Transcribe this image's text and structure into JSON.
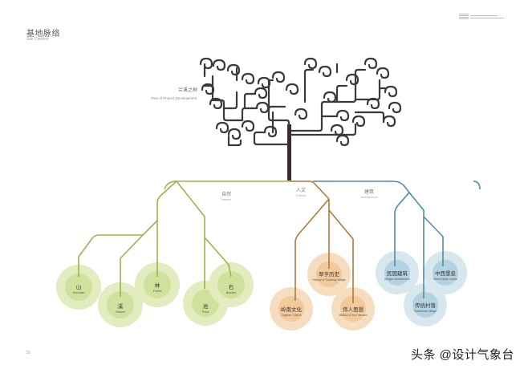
{
  "header": {
    "title_cn": "基地脉络",
    "title_en": "Site Context"
  },
  "tree": {
    "label_cn": "兰溪之树",
    "label_en": "Tree of Project Development",
    "trunk_color": "#3d2b2b",
    "branch_color": "#3a3a3a"
  },
  "categories": [
    {
      "id": "nature",
      "label_cn": "自然",
      "label_en": "Nature",
      "color": "#9bb548",
      "fill": "#cfe09a"
    },
    {
      "id": "culture",
      "label_cn": "人文",
      "label_en": "Culture",
      "color": "#b07a3a",
      "fill": "#f0c28a"
    },
    {
      "id": "architecture",
      "label_cn": "建筑",
      "label_en": "Architecture",
      "color": "#4d8ea3",
      "fill": "#a9cfe0"
    }
  ],
  "nodes": {
    "nature": [
      {
        "label_cn": "山",
        "label_en": "Mountain"
      },
      {
        "label_cn": "溪",
        "label_en": "Stream"
      },
      {
        "label_cn": "林",
        "label_en": "Forest"
      },
      {
        "label_cn": "池",
        "label_en": "Pond"
      },
      {
        "label_cn": "石",
        "label_en": "Boulder"
      }
    ],
    "culture": [
      {
        "label_cn": "翠亨历史",
        "label_en": "History of Cuiheng Village"
      },
      {
        "label_cn": "岭南文化",
        "label_en": "Lingnan Culture"
      },
      {
        "label_cn": "伟人思想",
        "label_en": "Mottos of Sun Yat-sen"
      }
    ],
    "architecture": [
      {
        "label_cn": "民国建筑",
        "label_en": "Minguo Architecture"
      },
      {
        "label_cn": "中西堡垒",
        "label_en": "Mixed Style Castle"
      },
      {
        "label_cn": "传统村落",
        "label_en": "Traditional Village"
      }
    ]
  },
  "footer": {
    "page_number": "16",
    "watermark": "头条 @设计气象台"
  }
}
